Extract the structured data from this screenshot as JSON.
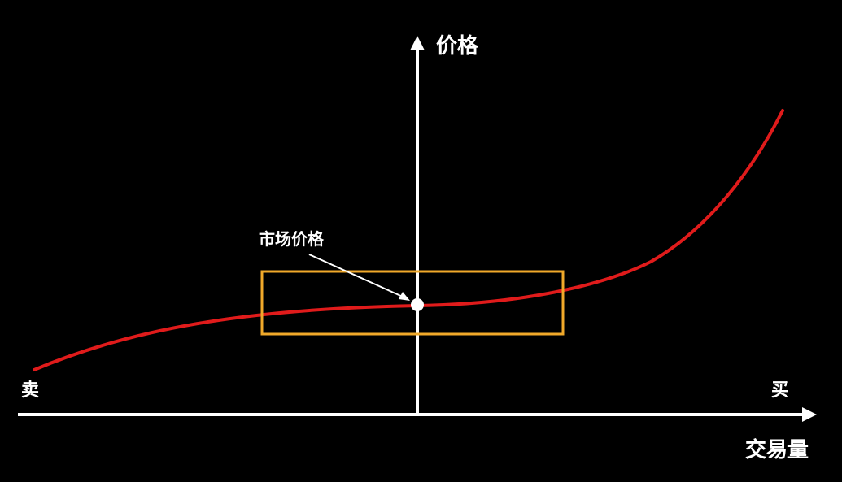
{
  "diagram": {
    "y_axis_title": "价格",
    "x_axis_title": "交易量",
    "left_label": "卖",
    "right_label": "买",
    "annotation": "市场价格"
  },
  "colors": {
    "background": "#000000",
    "axis": "#ffffff",
    "curve": "#e01b1b",
    "highlight_box": "#f0a92a",
    "text": "#ffffff"
  }
}
